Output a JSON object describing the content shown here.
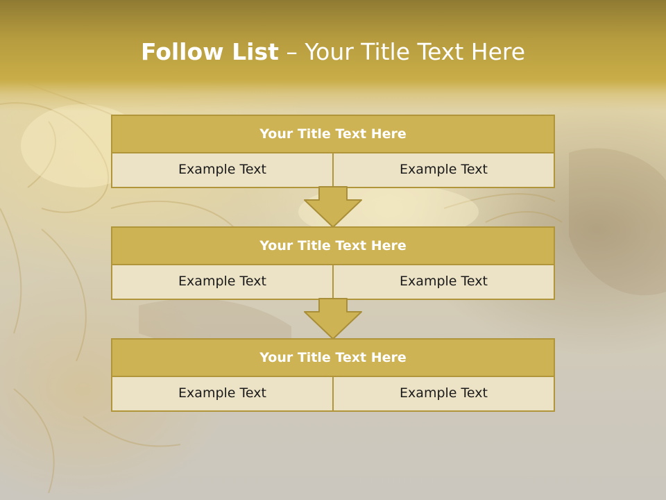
{
  "slide": {
    "title_bold": "Follow List",
    "title_rest": " – Your Title Text Here"
  },
  "blocks": [
    {
      "title": "Your Title Text Here",
      "cells": [
        "Example Text",
        "Example Text"
      ]
    },
    {
      "title": "Your Title Text Here",
      "cells": [
        "Example Text",
        "Example Text"
      ]
    },
    {
      "title": "Your Title Text Here",
      "cells": [
        "Example Text",
        "Example Text"
      ]
    }
  ],
  "colors": {
    "header_gold": "#c9ad48",
    "block_title_fill": "#cdb354",
    "block_border": "#b0953a",
    "cell_fill": "#ece2c6",
    "arrow_fill": "#cdb354"
  },
  "icons": [
    "down-arrow-icon",
    "down-arrow-icon"
  ]
}
